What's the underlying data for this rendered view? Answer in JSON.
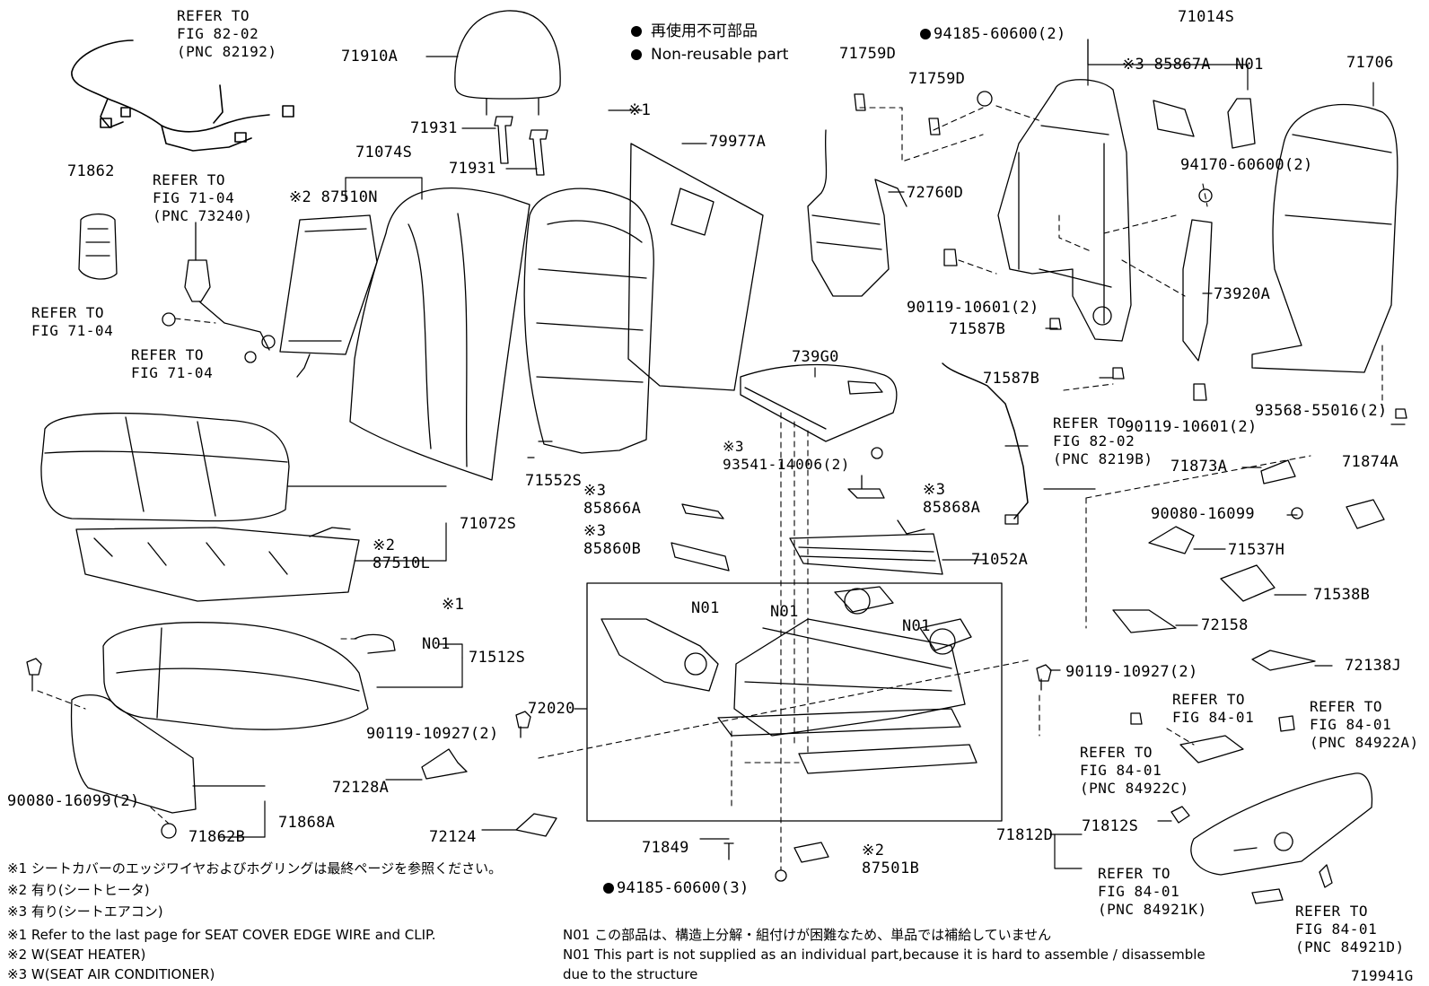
{
  "legend": {
    "jp": "再使用不可部品",
    "en": "Non-reusable part"
  },
  "clip_marks": {
    "top": "※1",
    "mid": "※1"
  },
  "part_labels": {
    "p71910A": "71910A",
    "p71931_a": "71931",
    "p71931_b": "71931",
    "p71074S": "71074S",
    "p87510N": "※2 87510N",
    "p79977A": "79977A",
    "p71862": "71862",
    "p71552S": "71552S",
    "p71072S": "71072S",
    "p87510L": "※2\n87510L",
    "p71512S": "71512S",
    "p71512S_n01": "N01",
    "p90080_16099_left": "90080-16099(2)",
    "p71862B": "71862B",
    "p71868A": "71868A",
    "p739G0": "739G0",
    "p93541": "※3\n93541-14006(2)",
    "p85866A": "※3\n85866A",
    "p85860B": "※3\n85860B",
    "p85868A": "※3\n85868A",
    "p71052A": "71052A",
    "p72020": "72020",
    "p72020_n01a": "N01",
    "p72020_n01b": "N01",
    "p72020_n01c": "N01",
    "p90119_10927_left": "90119-10927(2)",
    "p72128A": "72128A",
    "p72124": "72124",
    "p71849": "71849",
    "p87501B": "※2\n87501B",
    "p94185_bottom": "94185-60600(3)",
    "p71759D_a": "71759D",
    "p71759D_b": "71759D",
    "p94185_top": "94185-60600(2)",
    "p72760D": "72760D",
    "p71014S": "71014S",
    "p85867A": "※3 85867A",
    "p71014S_n01": "N01",
    "p94170": "94170-60600(2)",
    "p90119_10601_a": "90119-10601(2)",
    "p71587B_a": "71587B",
    "p71587B_b": "71587B",
    "p90119_10601_b": "90119-10601(2)",
    "p73920A": "73920A",
    "p71706": "71706",
    "p93568": "93568-55016(2)",
    "p71873A": "71873A",
    "p71874A": "71874A",
    "p90080_16099_right": "90080-16099",
    "p71537H": "71537H",
    "p71538B": "71538B",
    "p72158": "72158",
    "p72138J": "72138J",
    "p90119_10927_right": "90119-10927(2)",
    "p71812D": "71812D",
    "p71812S": "71812S"
  },
  "references": {
    "r82_02_top": "REFER TO\nFIG 82-02\n(PNC 82192)",
    "r71_04_a": "REFER TO\nFIG 71-04\n(PNC 73240)",
    "r71_04_b": "REFER TO\nFIG 71-04",
    "r71_04_c": "REFER TO\nFIG 71-04",
    "r82_02_mid": "REFER TO\nFIG 82-02\n(PNC 8219B)",
    "r84_01_a": "REFER TO\nFIG 84-01",
    "r84_01_b": "REFER TO\nFIG 84-01\n(PNC 84922A)",
    "r84_01_c": "REFER TO\nFIG 84-01\n(PNC 84922C)",
    "r84_01_d": "REFER TO\nFIG 84-01\n(PNC 84921K)",
    "r84_01_e": "REFER TO\nFIG 84-01\n(PNC 84921D)"
  },
  "footnotes_left": [
    "※1 シートカバーのエッジワイヤおよびホグリングは最終ページを参照ください。",
    "※2 有り(シートヒータ)",
    "※3 有り(シートエアコン)",
    "※1  Refer to the last page for SEAT COVER EDGE WIRE and CLIP.",
    "※2  W(SEAT HEATER)",
    "※3  W(SEAT AIR CONDITIONER)"
  ],
  "footnotes_right": [
    "N01  この部品は、構造上分解・組付けが困難なため、単品では補給していません",
    "N01  This part is not supplied as an individual part,because it is hard to assemble / disassemble",
    "       due to the structure"
  ],
  "figure_id": "719941G"
}
